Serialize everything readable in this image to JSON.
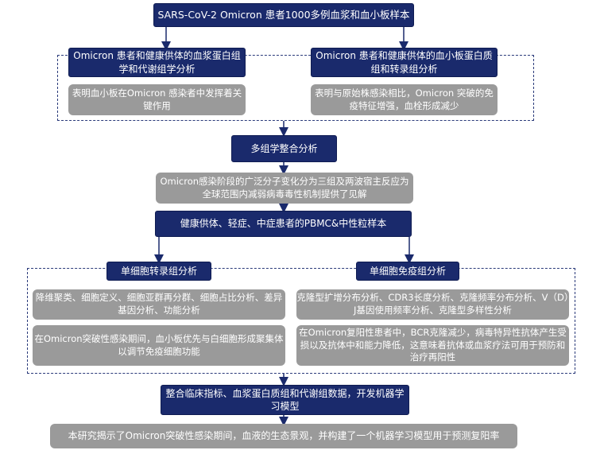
{
  "nodes": {
    "top": "SARS-CoV-2 Omicron 患者1000多例血浆和血小板样本",
    "left_omics": "Omicron 患者和健康供体的血浆蛋白组学和代谢组学分析",
    "left_omics_result": "表明血小板在Omicron 感染者中发挥着关键作用",
    "right_omics": "Omicron 患者和健康供体的血小板蛋白质组和转录组分析",
    "right_omics_result": "表明与原始株感染相比，Omicron 突破的免疫特征增强，血栓形成减少",
    "multi_omics": "多组学整合分析",
    "multi_result": "Omicron感染阶段的广泛分子变化分为三组及两波宿主反应为全球范围内减弱病毒毒性机制提供了见解",
    "pbmc": "健康供体、轻症、中症患者的PBMC&中性粒样本",
    "sc_transcriptome": "单细胞转录组分析",
    "sc_immune": "单细胞免疫组分析",
    "sc_trans_methods": "降维聚类、细胞定义、细胞亚群再分群、细胞占比分析、差异基因分析、功能分析",
    "sc_immune_methods": "克隆型扩增分布分析、CDR3长度分析、克隆频率分布分析、V（D）J基因使用频率分析、克隆型多样性分析",
    "sc_trans_result": "在Omicron突破性感染期间，血小板优先与白细胞形成聚集体以调节免疫细胞功能",
    "sc_immune_result": "在Omicron复阳性患者中，BCR克隆减少，病毒特异性抗体产生受损以及抗体中和能力降低，这意味着抗体或血浆疗法可用于预防和治疗再阳性",
    "ml_model": "整合临床指标、血浆蛋白质组和代谢组数据，开发机器学习模型",
    "conclusion": "本研究揭示了Omicron突破性感染期间，血液的生态景观，并构建了一个机器学习模型用于预测复阳率"
  },
  "colors": {
    "node_fill": "#1a2a6c",
    "result_fill": "#9a9a9a",
    "dash": "#2a3a7a"
  }
}
